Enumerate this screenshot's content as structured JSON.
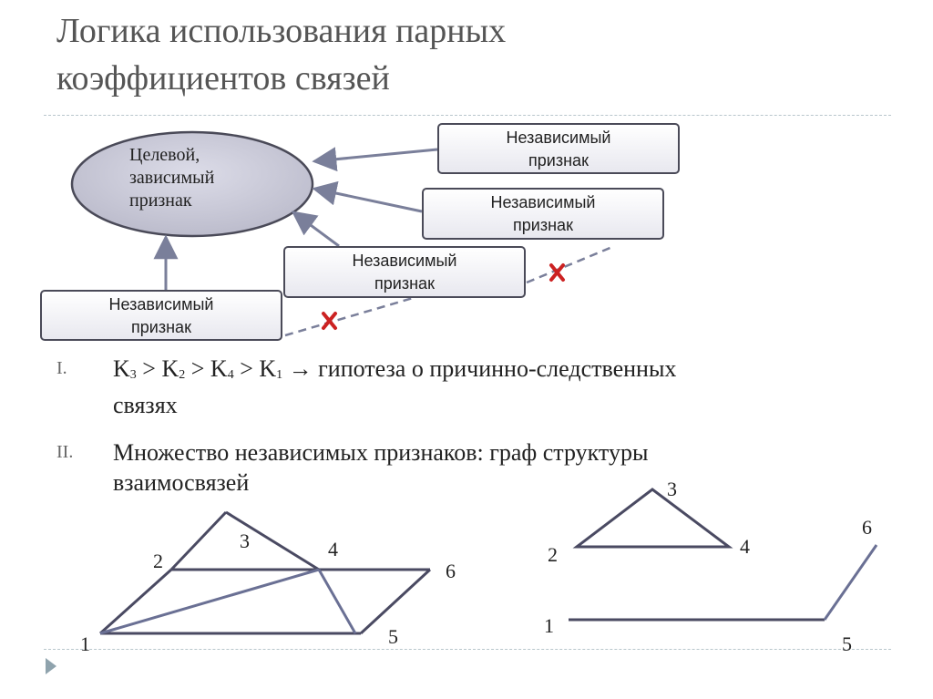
{
  "slide": {
    "title_line1": "Логика использования парных",
    "title_line2": "коэффициентов связей"
  },
  "diagram": {
    "ellipse_label_lines": [
      "Целевой,",
      "зависимый",
      "признак"
    ],
    "box_line1": "Независимый",
    "box_line2": "признак",
    "boxes_count_note": "four identical boxes",
    "colors": {
      "ellipse_fill": "#c6c6d6",
      "outline": "#4a4a58",
      "arrow": "#7a7f9a",
      "cross": "#cc2222"
    }
  },
  "list": {
    "item1": {
      "marker": "I.",
      "k1": "K",
      "s1": "3",
      "op1": " > ",
      "k2": "K",
      "s2": "2",
      "op2": " > ",
      "k3": "K",
      "s3": "4",
      "op3": " > ",
      "k4": "K",
      "s4": "1",
      "rest": " → гипотеза о причинно-следственных",
      "line2": "связях"
    },
    "item2": {
      "marker": "II.",
      "line1": "Множество независимых признаков: граф структуры",
      "line2": "взаимосвязей"
    }
  },
  "graph_full": {
    "labels": {
      "n1": "1",
      "n2": "2",
      "n3": "3",
      "n4": "4",
      "n5": "5",
      "n6": "6"
    }
  },
  "graph_reduced": {
    "labels": {
      "n1": "1",
      "n2": "2",
      "n3": "3",
      "n4": "4",
      "n5": "5",
      "n6": "6"
    }
  }
}
